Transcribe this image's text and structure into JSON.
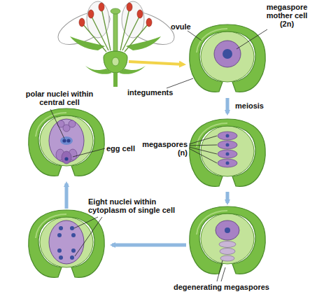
{
  "diagram": {
    "labels": [
      "ovule",
      "megaspore mother cell (2n)",
      "integuments",
      "meiosis",
      "polar nuclei within central cell",
      "egg cell",
      "megaspores (n)",
      "Eight nuclei within cytoplasm of single cell",
      "degenerating megaspores"
    ]
  }
}
